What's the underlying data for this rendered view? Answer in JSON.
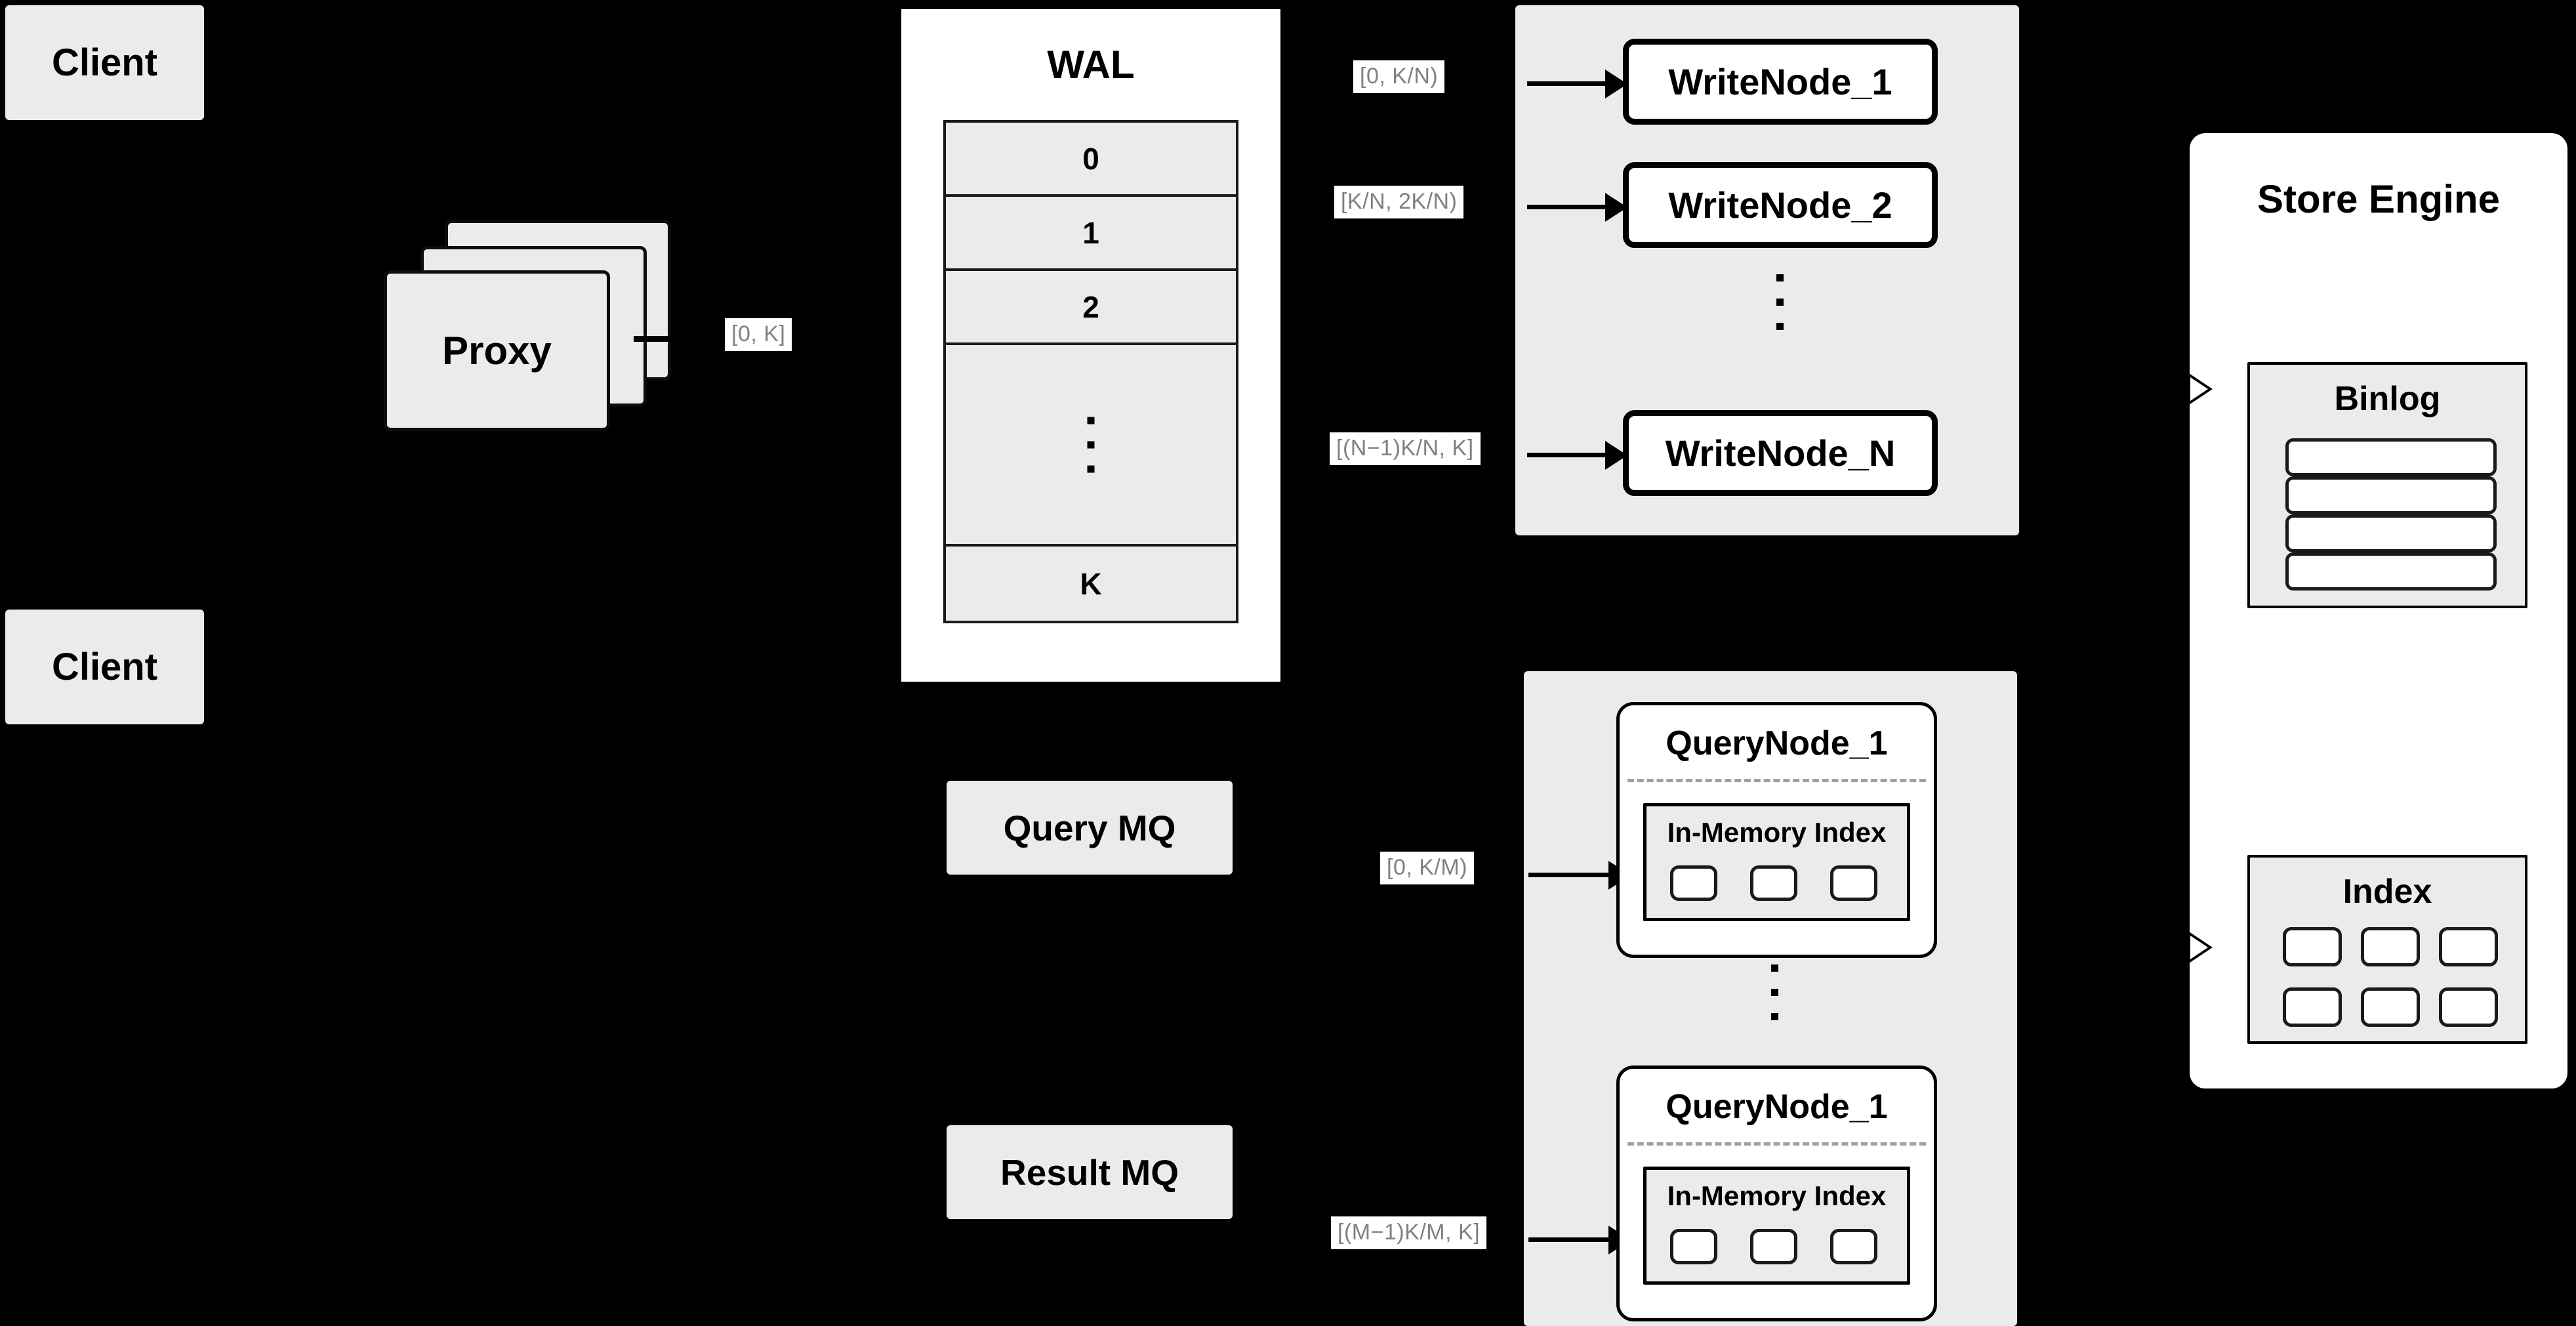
{
  "diagram": {
    "background_color": "#000000",
    "box_fill": "#ebebeb",
    "panel_fill": "#ffffff",
    "label_text_color": "#808080",
    "stroke_color": "#000000"
  },
  "clients": [
    {
      "label": "Client"
    },
    {
      "label": "Client"
    }
  ],
  "proxy": {
    "label": "Proxy",
    "stack_count": 3
  },
  "edge_labels": {
    "proxy_to_wal": "[0, K]",
    "wal_to_write_node_1": "[0,  K/N)",
    "wal_to_write_node_2": "[K/N, 2K/N)",
    "wal_to_write_node_n": "[(N−1)K/N,  K]",
    "query_to_node_1": "[0, K/M)",
    "query_to_node_m": "[(M−1)K/M, K]"
  },
  "wal": {
    "title": "WAL",
    "rows": [
      "0",
      "1",
      "2",
      "⋮",
      "K"
    ]
  },
  "queues": [
    {
      "label": "Query MQ"
    },
    {
      "label": "Result MQ"
    }
  ],
  "write_cluster": {
    "nodes": [
      {
        "label": "WriteNode_1"
      },
      {
        "label": "WriteNode_2"
      },
      {
        "label": "WriteNode_N"
      }
    ],
    "ellipsis": "⋮"
  },
  "query_cluster": {
    "nodes": [
      {
        "label": "QueryNode_1",
        "index_title": "In-Memory Index",
        "index_chip_count": 3
      },
      {
        "label": "QueryNode_1",
        "index_title": "In-Memory Index",
        "index_chip_count": 3
      }
    ],
    "ellipsis": "⋮"
  },
  "store_engine": {
    "title": "Store Engine",
    "binlog": {
      "title": "Binlog",
      "bar_count": 4
    },
    "index": {
      "title": "Index",
      "chip_rows": 2,
      "chip_cols": 3
    }
  }
}
